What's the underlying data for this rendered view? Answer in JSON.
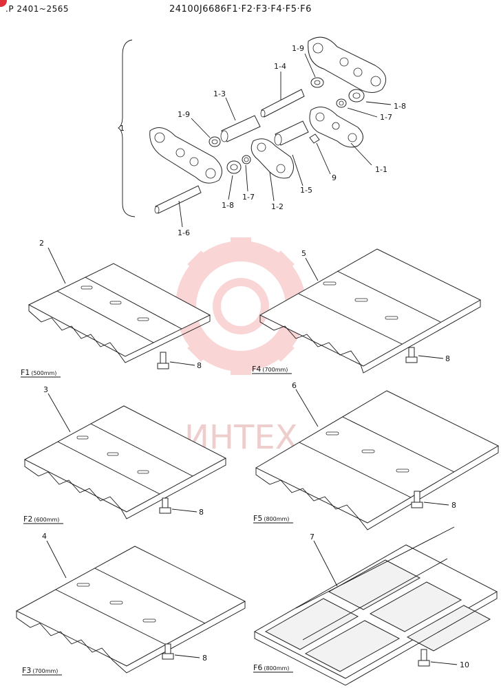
{
  "header": {
    "range": ".P 2401~2565",
    "part_code": "24100J6686F1·F2·F3·F4·F5·F6"
  },
  "watermark": {
    "text": "ИНТЕХ",
    "color": "#f08a8a"
  },
  "link_assembly": {
    "group_label": "1",
    "labels": [
      "1-9",
      "1-4",
      "1-3",
      "1-9",
      "1-8",
      "1-7",
      "1-1",
      "9",
      "1-5",
      "1-2",
      "1-7",
      "1-8",
      "1-6"
    ]
  },
  "shoes": [
    {
      "item": "2",
      "bolt": "8",
      "caption": "F1",
      "size": "(500mm)"
    },
    {
      "item": "5",
      "bolt": "8",
      "caption": "F4",
      "size": "(700mm)"
    },
    {
      "item": "3",
      "bolt": "8",
      "caption": "F2",
      "size": "(600mm)"
    },
    {
      "item": "6",
      "bolt": "8",
      "caption": "F5",
      "size": "(800mm)"
    },
    {
      "item": "4",
      "bolt": "8",
      "caption": "F3",
      "size": "(700mm)"
    },
    {
      "item": "7",
      "bolt": "10",
      "caption": "F6",
      "size": "(800mm)"
    }
  ]
}
